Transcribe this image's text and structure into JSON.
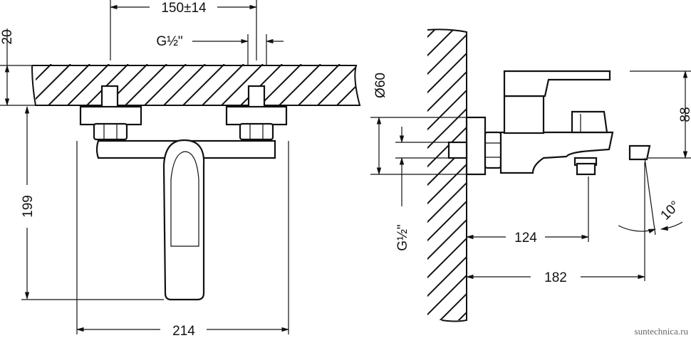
{
  "dimensions": {
    "center_distance": "150±14",
    "thread_top": "G½\"",
    "ceiling_depth": "20",
    "height_front": "199",
    "width_front": "214",
    "flange_diameter": "Ø60",
    "thread_side": "G½\"",
    "height_side": "88",
    "spout_inner": "124",
    "spout_total": "182",
    "spout_angle": "10°"
  },
  "watermark": "suntechnica.ru"
}
